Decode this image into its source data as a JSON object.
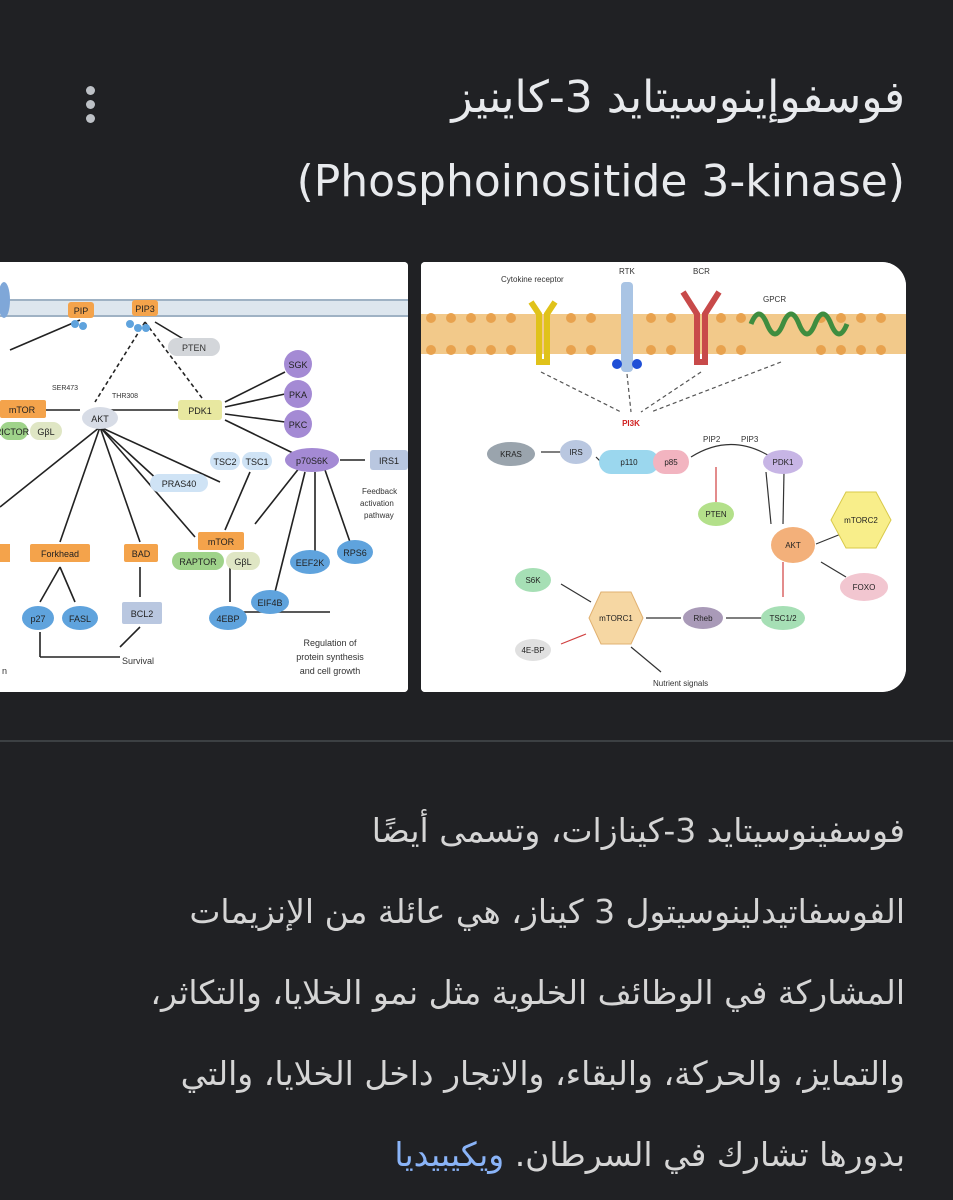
{
  "title": {
    "arabic": "فوسفوإينوسيتايد 3-كاينيز",
    "english": "(Phosphoinositide 3-kinase)"
  },
  "icons": {
    "menu": "more-vert-icon"
  },
  "colors": {
    "background": "#202124",
    "link": "#8ab4f8",
    "text": "#d5d5d5"
  },
  "diagram_left": {
    "labels": {
      "pip": "PIP",
      "pip3": "PIP3",
      "pten": "PTEN",
      "ser473": "SER473",
      "thr308": "THR308",
      "mtor": "mTOR",
      "pdk1": "PDK1",
      "sgk": "SGK",
      "pka": "PKA",
      "pkc": "PKC",
      "rictor": "RICTOR",
      "gbl": "GβL",
      "akt": "AKT",
      "tsc2": "TSC2",
      "tsc1": "TSC1",
      "p70s6k": "p70S6K",
      "irs1": "IRS1",
      "pras40": "PRAS40",
      "feedback": "Feedback",
      "activation": "activation",
      "pathway": "pathway",
      "forkhead": "Forkhead",
      "bad": "BAD",
      "mtor2": "mTOR",
      "raptor": "RAPTOR",
      "gbl2": "GβL",
      "eef2k": "EEF2K",
      "rps6": "RPS6",
      "eif4b": "EIF4B",
      "ebp": "4EBP",
      "p27": "p27",
      "fasl": "FASL",
      "bcl2": "BCL2",
      "survival": "Survival",
      "regulation1": "Regulation of",
      "regulation2": "protein synthesis",
      "regulation3": "and cell growth",
      "n": "n"
    }
  },
  "diagram_right": {
    "labels": {
      "cytokine": "Cytokine receptor",
      "rtk": "RTK",
      "bcr": "BCR",
      "gpcr": "GPCR",
      "pi3k": "PI3K",
      "kras": "KRAS",
      "irs": "IRS",
      "p110": "p110",
      "p85": "p85",
      "pip2": "PIP2",
      "pip3": "PIP3",
      "pdk1": "PDK1",
      "pten": "PTEN",
      "mtorc2": "mTORC2",
      "akt": "AKT",
      "foxo": "FOXO",
      "s6k": "S6K",
      "mtorc1": "mTORC1",
      "rheb": "Rheb",
      "tsc12": "TSC1/2",
      "ebp": "4E-BP",
      "nutrient": "Nutrient signals"
    }
  },
  "description": {
    "text": "فوسفينوسيتايد 3-كينازات، وتسمى أيضًا الفوسفاتيدلينوسيتول 3 كيناز، هي عائلة من الإنزيمات المشاركة في الوظائف الخلوية مثل نمو الخلايا، والتكاثر، والتمايز، والحركة، والبقاء، والاتجار داخل الخلايا، والتي بدورها تشارك في السرطان.",
    "source_link": "ويكيبيديا"
  }
}
